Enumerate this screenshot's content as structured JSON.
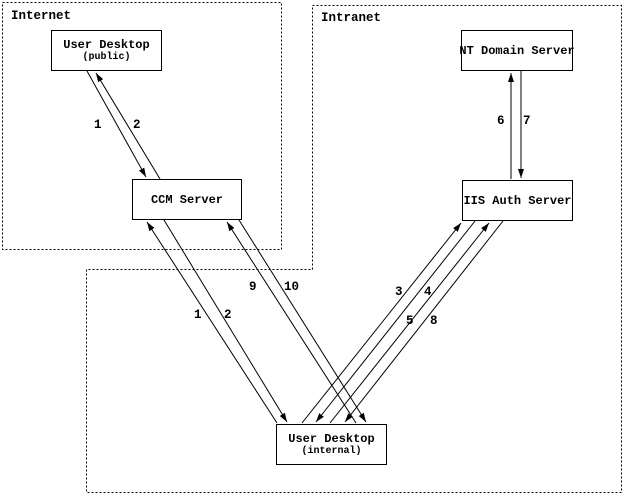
{
  "diagram": {
    "background_color": "#ffffff",
    "line_color": "#000000",
    "regions": [
      {
        "id": "internet",
        "label": "Internet"
      },
      {
        "id": "intranet",
        "label": "Intranet"
      }
    ],
    "nodes": [
      {
        "id": "user-desktop-public",
        "title": "User Desktop",
        "subtitle": "(public)",
        "region": "Internet"
      },
      {
        "id": "ccm-server",
        "title": "CCM Server",
        "region": "Internet"
      },
      {
        "id": "nt-domain-server",
        "title": "NT Domain Server",
        "region": "Intranet"
      },
      {
        "id": "iis-auth-server",
        "title": "IIS Auth Server",
        "region": "Intranet"
      },
      {
        "id": "user-desktop-internal",
        "title": "User Desktop",
        "subtitle": "(internal)",
        "region": "Intranet"
      }
    ],
    "edges": [
      {
        "label": "1",
        "from": "User Desktop (public)",
        "to": "CCM Server"
      },
      {
        "label": "2",
        "from": "CCM Server",
        "to": "User Desktop (public)"
      },
      {
        "label": "1",
        "from": "User Desktop (internal)",
        "to": "CCM Server"
      },
      {
        "label": "2",
        "from": "CCM Server",
        "to": "User Desktop (internal)"
      },
      {
        "label": "9",
        "from": "User Desktop (internal)",
        "to": "CCM Server"
      },
      {
        "label": "10",
        "from": "CCM Server",
        "to": "User Desktop (internal)"
      },
      {
        "label": "3",
        "from": "User Desktop (internal)",
        "to": "IIS Auth Server"
      },
      {
        "label": "4",
        "from": "IIS Auth Server",
        "to": "User Desktop (internal)"
      },
      {
        "label": "5",
        "from": "User Desktop (internal)",
        "to": "IIS Auth Server"
      },
      {
        "label": "8",
        "from": "IIS Auth Server",
        "to": "User Desktop (internal)"
      },
      {
        "label": "6",
        "from": "IIS Auth Server",
        "to": "NT Domain Server"
      },
      {
        "label": "7",
        "from": "NT Domain Server",
        "to": "IIS Auth Server"
      }
    ]
  }
}
